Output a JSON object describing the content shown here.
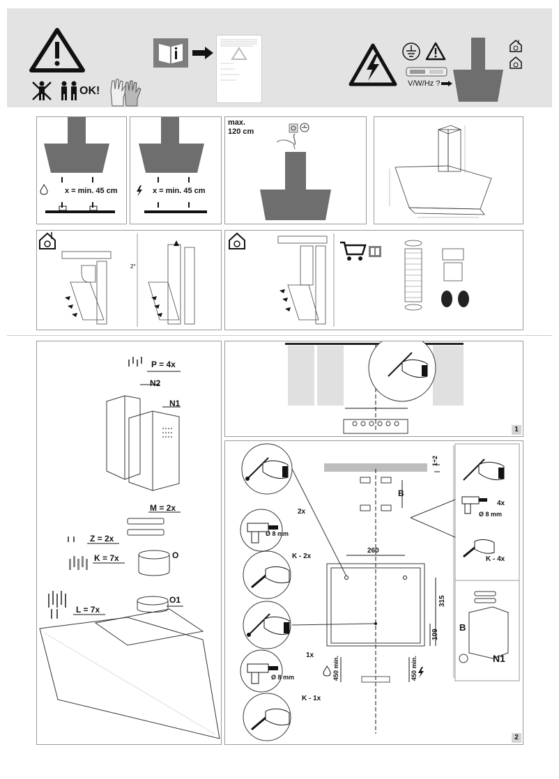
{
  "header": {
    "ok_label": "OK!",
    "voltage_label": "V/W/Hz ?"
  },
  "panels": {
    "gas_distance": "x = min. 45 cm",
    "electric_distance": "x = min. 45 cm",
    "max_label": "max.",
    "max_value": "120 cm"
  },
  "parts": {
    "p": "P = 4x",
    "n2": "N2",
    "n1": "N1",
    "m": "M = 2x",
    "z": "Z = 2x",
    "k": "K = 7x",
    "o": "O",
    "o1": "O1",
    "l": "L = 7x"
  },
  "step2": {
    "drill_2x": "2x",
    "drill_size_a": "Ø 8 mm",
    "k2x": "K - 2x",
    "dim_260": "260",
    "dim_315": "315",
    "dim_109": "109",
    "dim_b": "B",
    "dim_12": "1÷2",
    "min_450_a": "450 min.",
    "min_450_b": "450 min.",
    "drill_1x": "1x",
    "drill_size_b": "Ø 8 mm",
    "k1x": "K - 1x",
    "side_4x": "4x",
    "side_drill": "Ø 8 mm",
    "side_k4x": "K - 4x",
    "side_b": "B",
    "side_n1": "N1"
  },
  "steps": {
    "one": "1",
    "two": "2"
  },
  "icons": [
    "warning-icon",
    "no-single-person-icon",
    "two-persons-icon",
    "gloves-icon",
    "manual-icon",
    "arrow-right-icon",
    "electric-hazard-icon",
    "earth-icon",
    "gas-flame-icon",
    "lightning-icon",
    "duct-out-icon",
    "recirculation-icon",
    "cart-icon",
    "pencil-hand-icon",
    "drill-icon",
    "screwdriver-icon"
  ]
}
